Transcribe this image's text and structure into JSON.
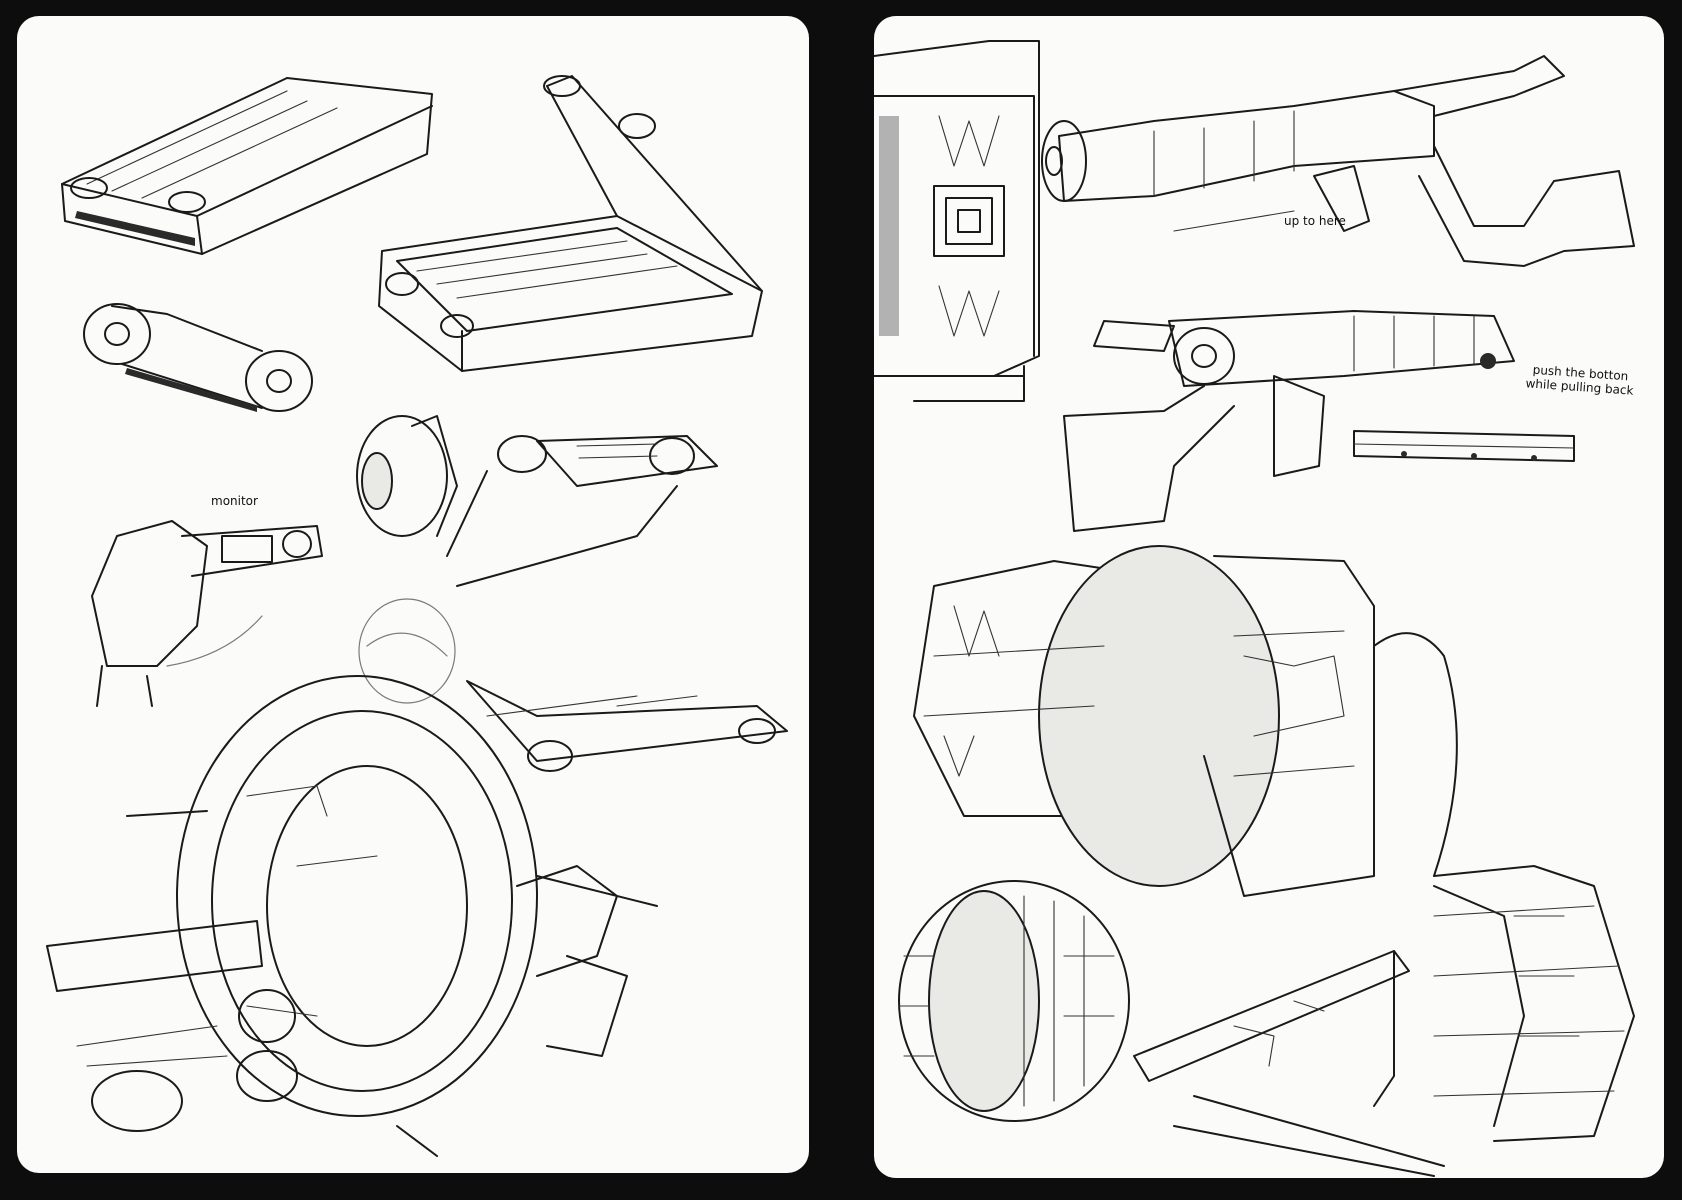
{
  "annotations": {
    "monitor": "monitor",
    "up_to_here": "up to here",
    "push_line1": "push the botton",
    "push_line2": "while pulling back"
  }
}
